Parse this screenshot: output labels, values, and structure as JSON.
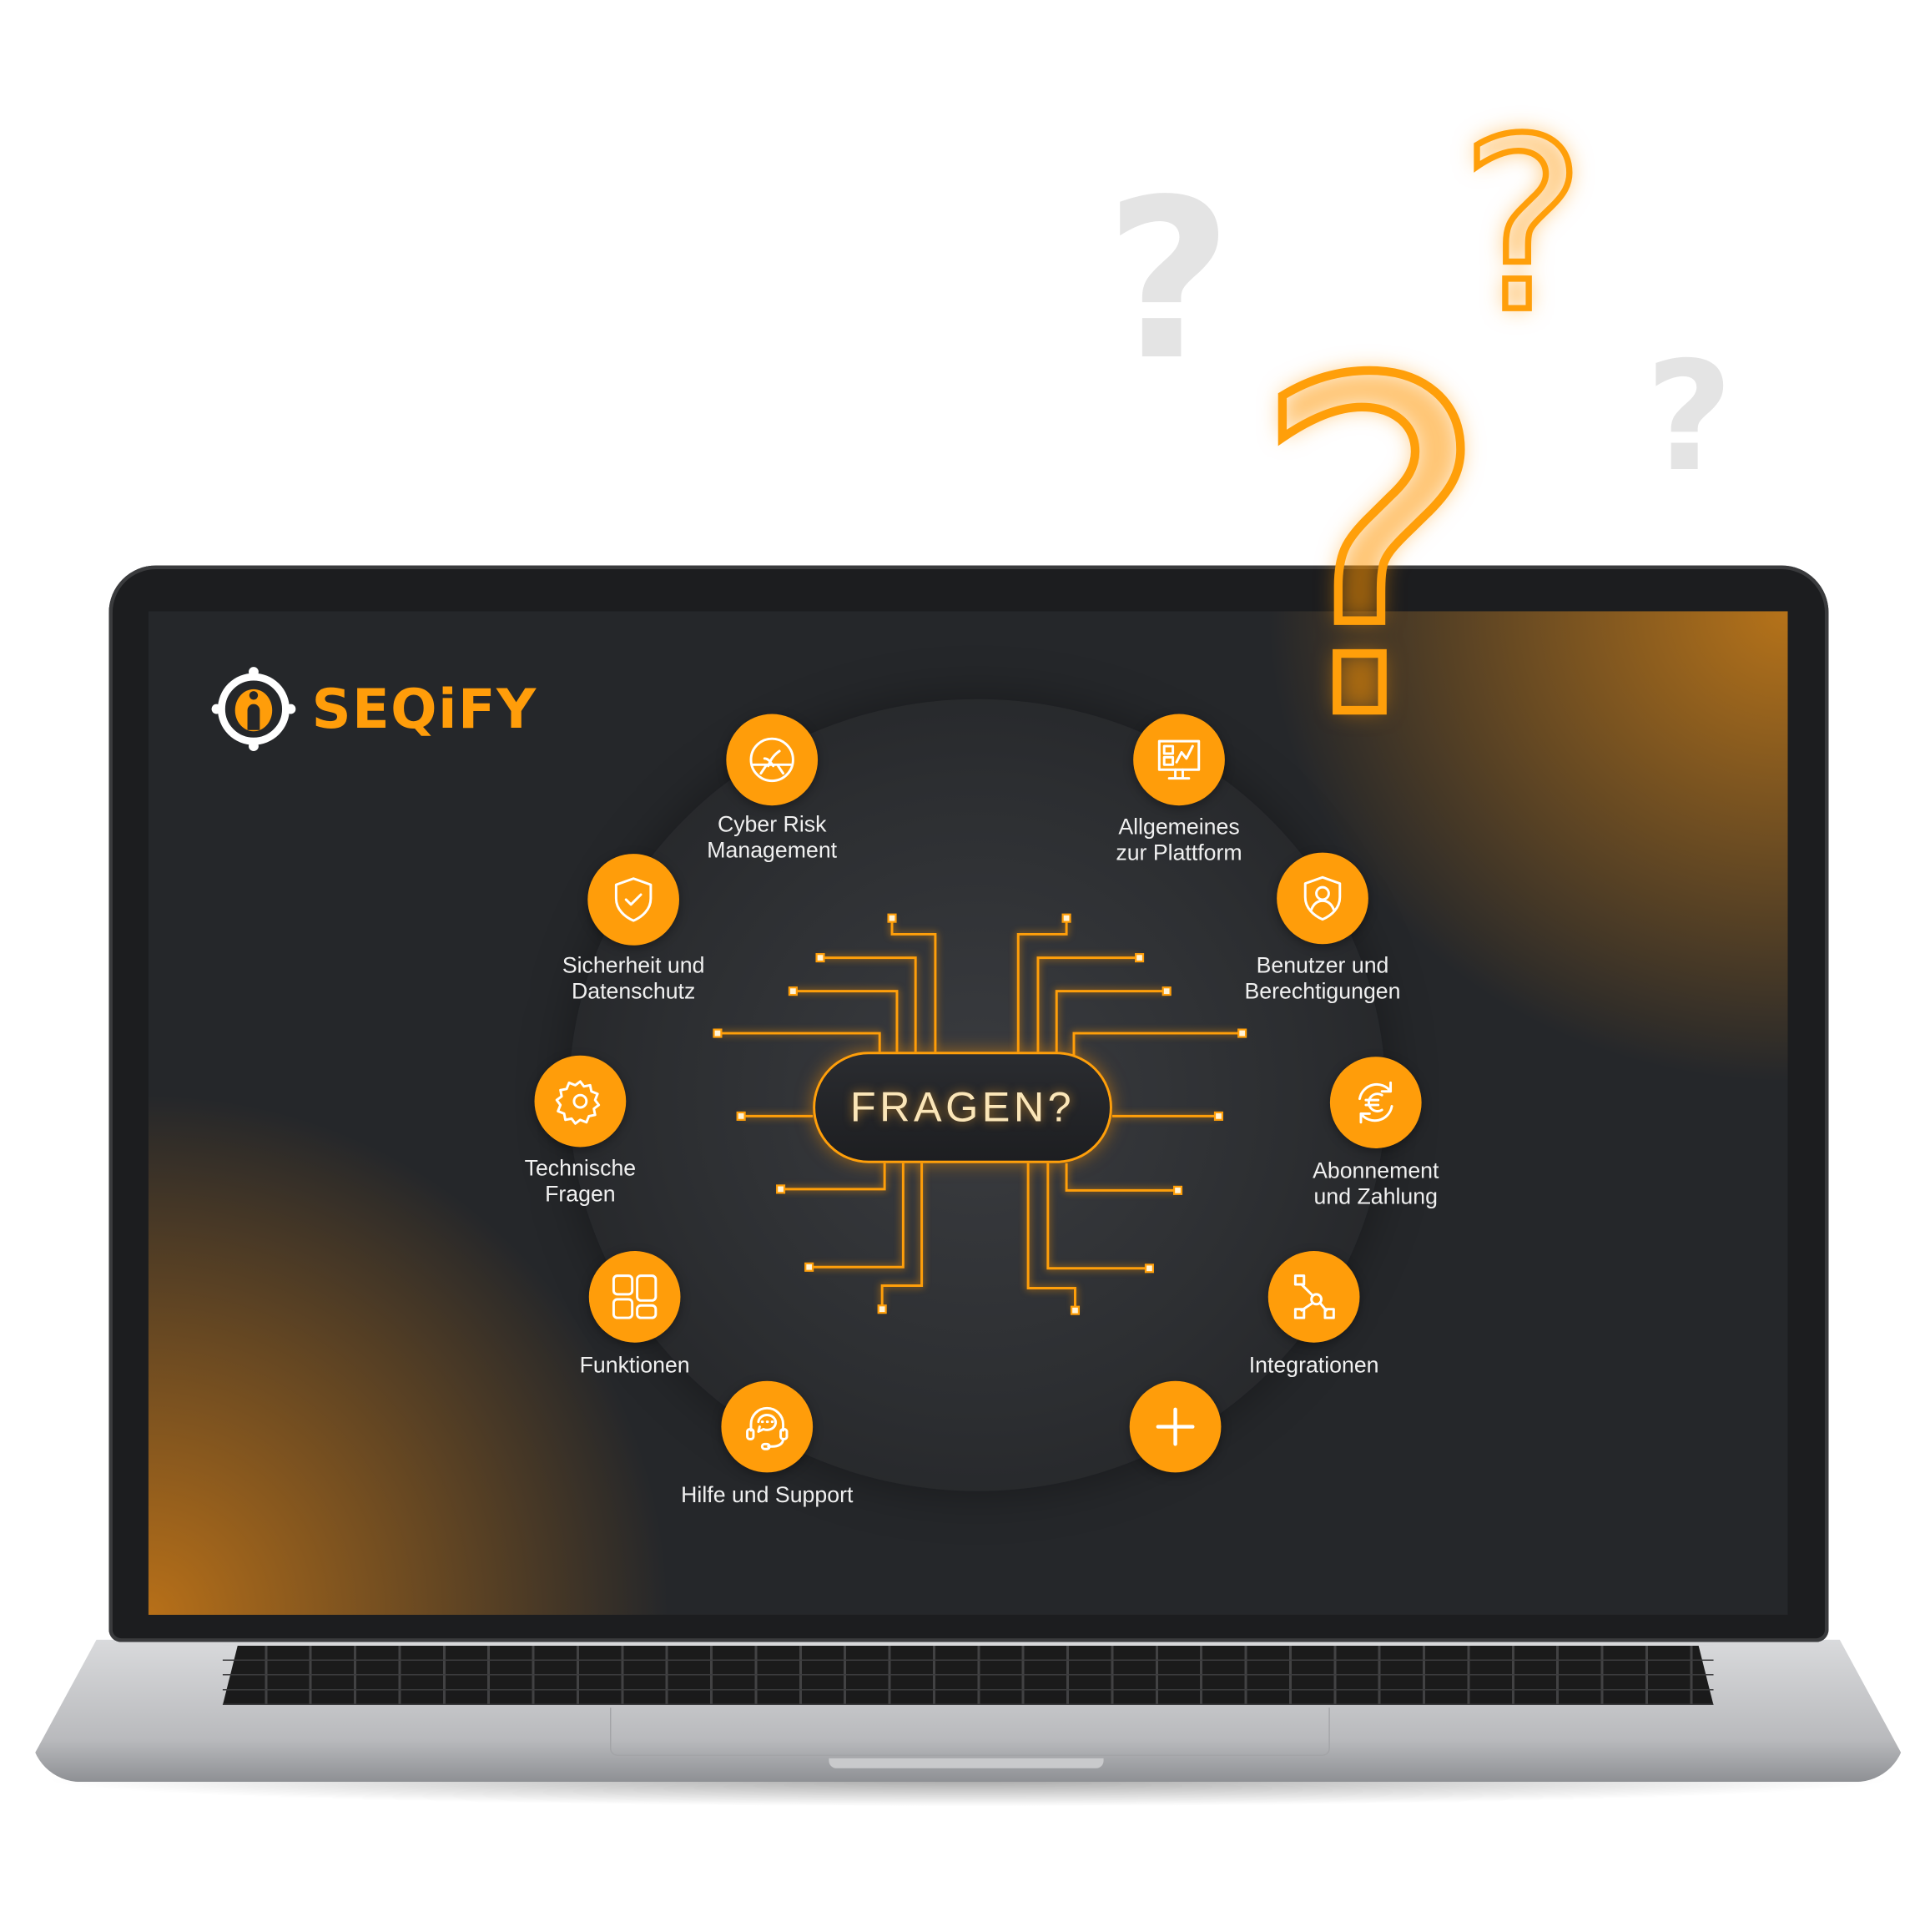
{
  "brand": {
    "name": "SEQiFY",
    "accent": "#ff9d0a"
  },
  "center": {
    "title": "FRAGEN?"
  },
  "categories": [
    {
      "id": "cyber-risk",
      "icon": "dashboard-gauge-icon",
      "lines": [
        "Cyber Risk",
        "Management"
      ]
    },
    {
      "id": "allgemeines",
      "icon": "monitor-chart-icon",
      "lines": [
        "Allgemeines",
        "zur Plattform"
      ]
    },
    {
      "id": "sicherheit",
      "icon": "shield-check-icon",
      "lines": [
        "Sicherheit und",
        "Datenschutz"
      ]
    },
    {
      "id": "benutzer",
      "icon": "user-shield-icon",
      "lines": [
        "Benutzer und",
        "Berechtigungen"
      ]
    },
    {
      "id": "technische",
      "icon": "gear-icon",
      "lines": [
        "Technische",
        "Fragen"
      ]
    },
    {
      "id": "abonnement",
      "icon": "euro-refresh-icon",
      "lines": [
        "Abonnement",
        "und Zahlung"
      ]
    },
    {
      "id": "funktionen",
      "icon": "grid-layout-icon",
      "lines": [
        "Funktionen"
      ]
    },
    {
      "id": "integrationen",
      "icon": "network-nodes-icon",
      "lines": [
        "Integrationen"
      ]
    },
    {
      "id": "hilfe",
      "icon": "headset-chat-icon",
      "lines": [
        "Hilfe und Support"
      ]
    },
    {
      "id": "more",
      "icon": "plus-icon",
      "lines": []
    }
  ],
  "decorations": {
    "question_glyph": "?"
  }
}
